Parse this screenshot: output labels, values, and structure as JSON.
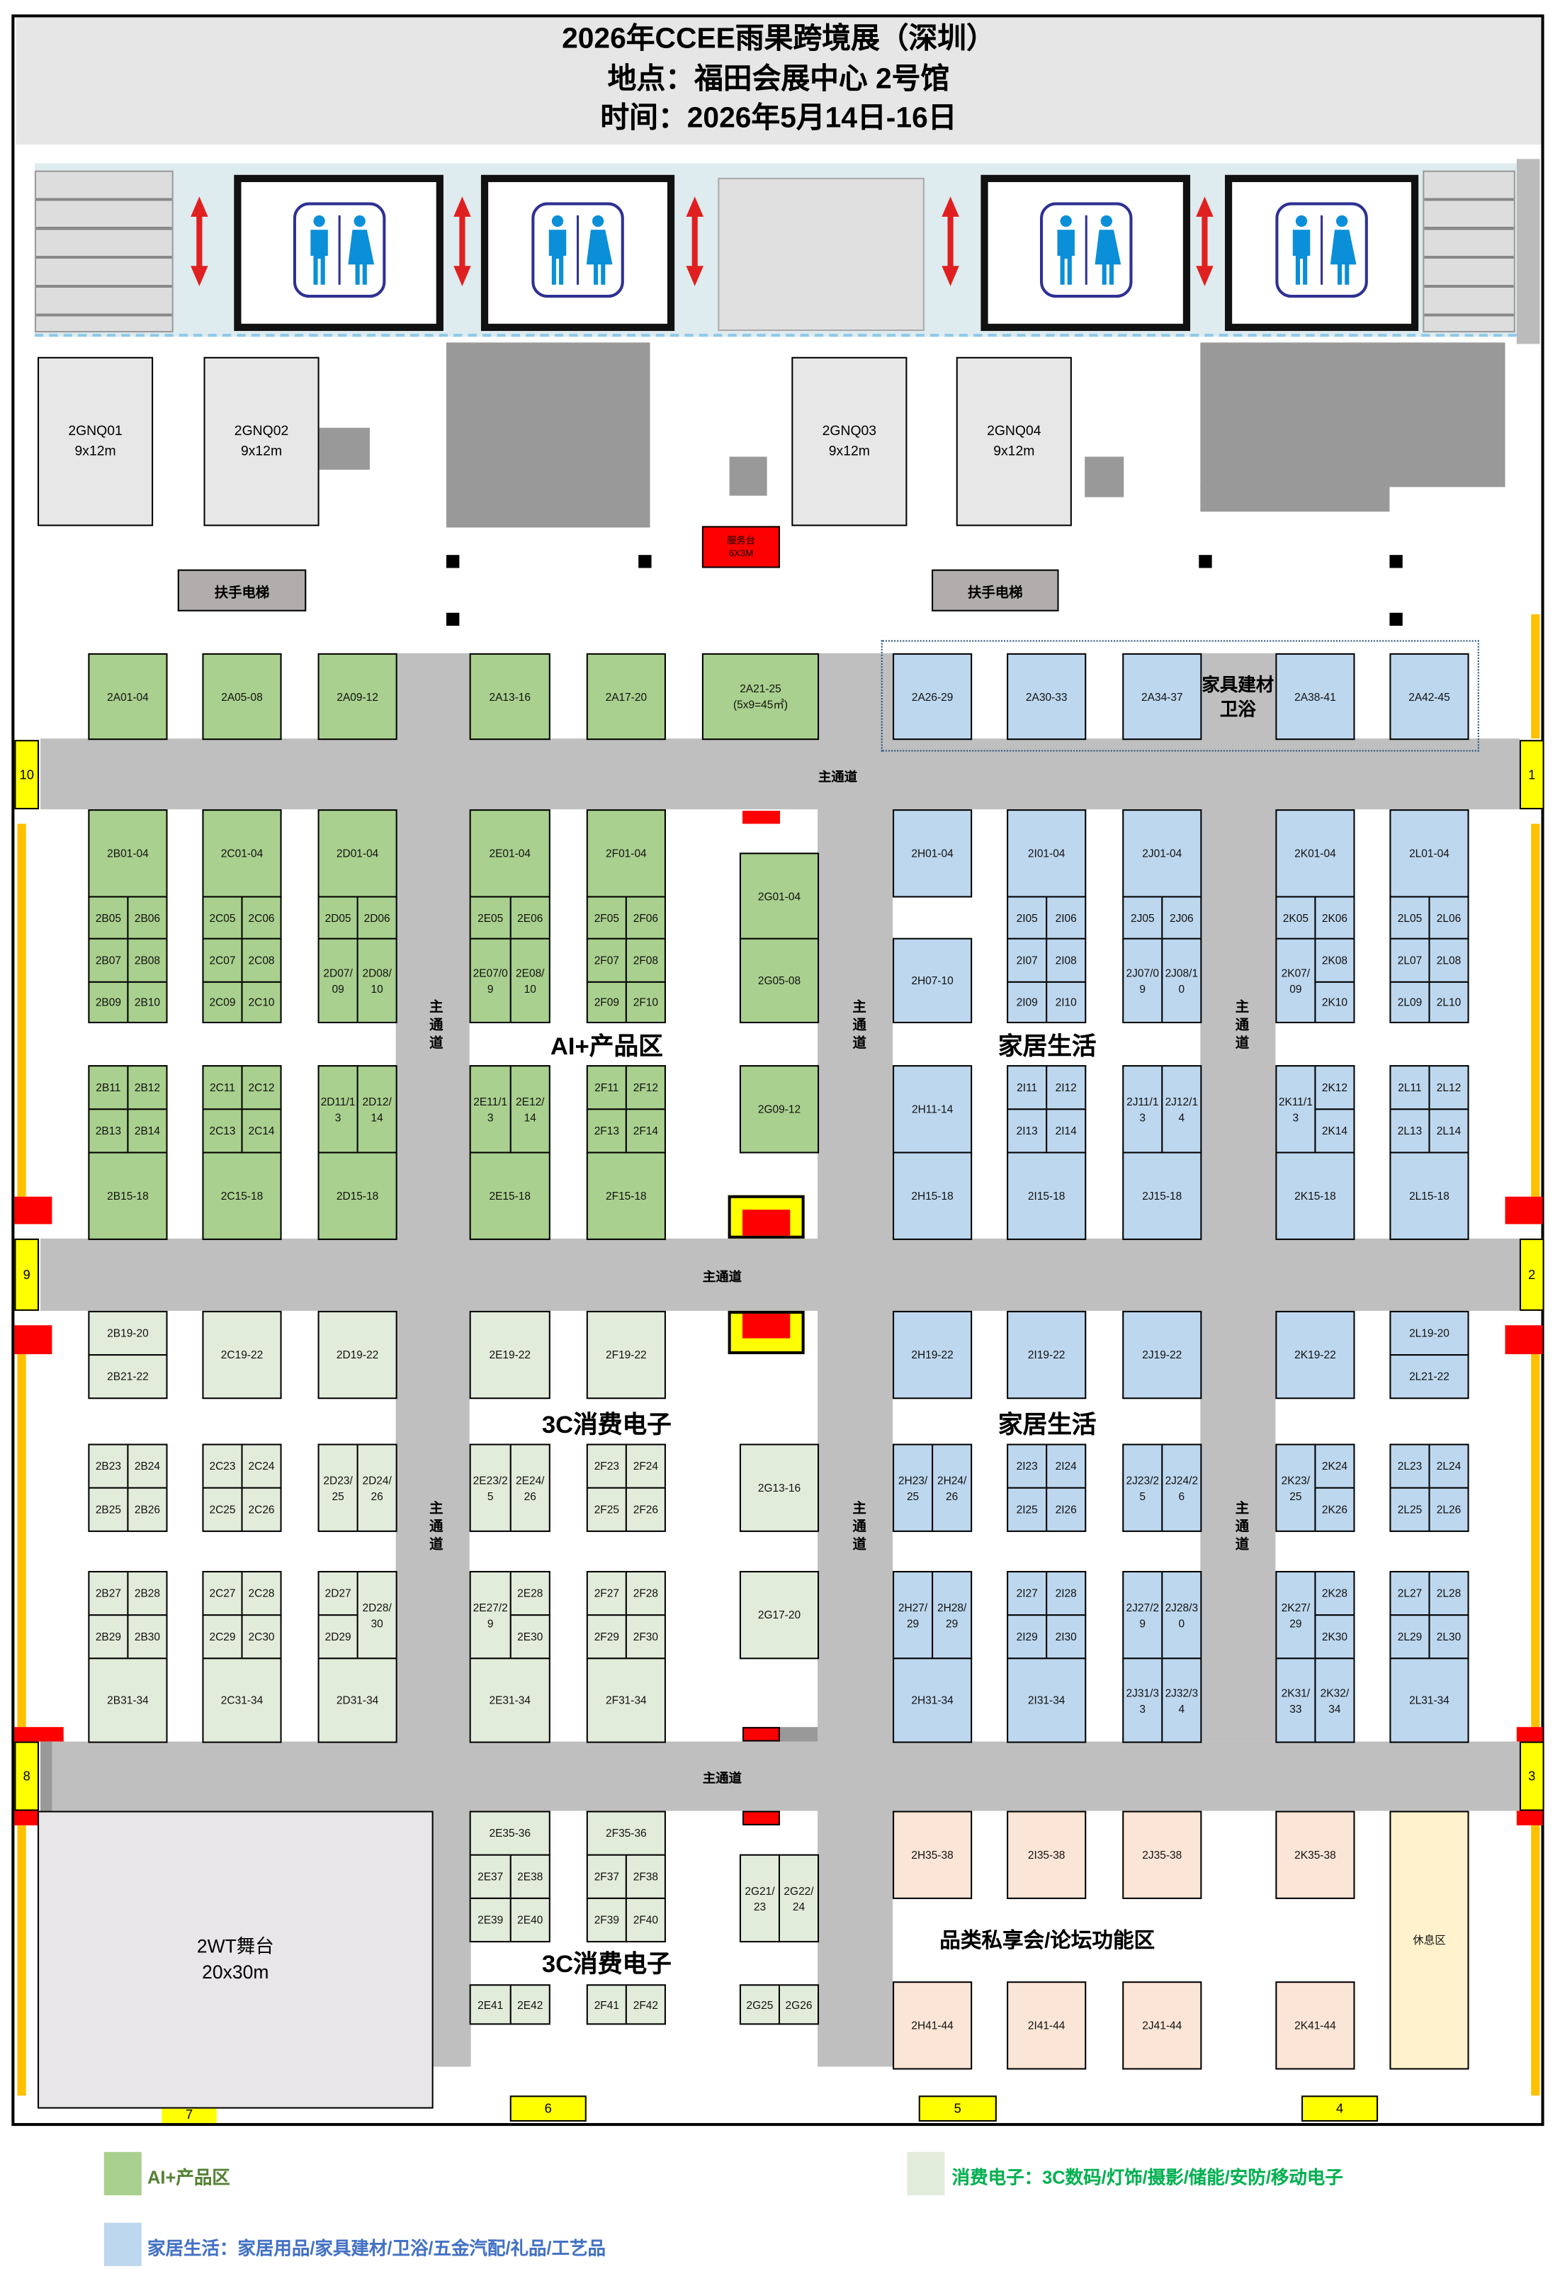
{
  "header": {
    "title": "2026年CCEE雨果跨境展（深圳）",
    "venue": "地点：福田会展中心 2号馆",
    "date": "时间：2026年5月14日-16日"
  },
  "colors": {
    "ai_zone": "#a9d08e",
    "consumer_electronics": "#e2ecda",
    "home_living": "#bdd7ee",
    "forum": "#fbe5d6",
    "rest": "#fff2cc",
    "aisle": "#bfbfbf",
    "service": "#ff0000",
    "door": "#ffff00"
  },
  "facilities": {
    "gnq": [
      "2GNQ01\n9x12m",
      "2GNQ02\n9x12m",
      "2GNQ03\n9x12m",
      "2GNQ04\n9x12m"
    ],
    "escalator": "扶手电梯",
    "service_desk": "服务台\n6X3M",
    "stage": "2WT舞台\n20x30m",
    "toilet_icon": "restroom-icon"
  },
  "aisles": {
    "main": "主通道",
    "vertical": "主通道"
  },
  "zones": {
    "ai": "AI+产品区",
    "home1": "家居生活",
    "home2": "家居生活",
    "ce1": "3C消费电子",
    "ce2": "3C消费电子",
    "forum": "品类私享会/论坛功能区",
    "furniture": "家具建材\n卫浴"
  },
  "doors": [
    "1",
    "2",
    "3",
    "4",
    "5",
    "6",
    "7",
    "8",
    "9",
    "10"
  ],
  "booths": [
    "2A01-04",
    "2A05-08",
    "2A09-12",
    "2A13-16",
    "2A17-20",
    "2A21-25\n(5x9=45㎡)",
    "2A26-29",
    "2A30-33",
    "2A34-37",
    "2A38-41",
    "2A42-45",
    "2B01-04",
    "2B05",
    "2B06",
    "2B07",
    "2B08",
    "2B09",
    "2B10",
    "2C01-04",
    "2C05",
    "2C06",
    "2C07",
    "2C08",
    "2C09",
    "2C10",
    "2D01-04",
    "2D05",
    "2D06",
    "2D07/09",
    "2D08/10",
    "2E01-04",
    "2E05",
    "2E06",
    "2E07/09",
    "2E08/10",
    "2F01-04",
    "2F05",
    "2F06",
    "2F07",
    "2F08",
    "2F09",
    "2F10",
    "2G01-04",
    "2G05-08",
    "2B11",
    "2B12",
    "2B13",
    "2B14",
    "2B15-18",
    "2C11",
    "2C12",
    "2C13",
    "2C14",
    "2C15-18",
    "2D11/13",
    "2D12/14",
    "2D15-18",
    "2E11/13",
    "2E12/14",
    "2E15-18",
    "2F11",
    "2F12",
    "2F13",
    "2F14",
    "2F15-18",
    "2G09-12",
    "2H01-04",
    "2H07-10",
    "2I01-04",
    "2I05",
    "2I06",
    "2I07",
    "2I08",
    "2I09",
    "2I10",
    "2J01-04",
    "2J05",
    "2J06",
    "2J07/09",
    "2J08/10",
    "2K01-04",
    "2K05",
    "2K06",
    "2K07/09",
    "2K08",
    "2K10",
    "2L01-04",
    "2L05",
    "2L06",
    "2L07",
    "2L08",
    "2L09",
    "2L10",
    "2H11-14",
    "2H15-18",
    "2I11",
    "2I12",
    "2I13",
    "2I14",
    "2I15-18",
    "2J11/13",
    "2J12/14",
    "2J15-18",
    "2K11/13",
    "2K12",
    "2K14",
    "2K15-18",
    "2L11",
    "2L12",
    "2L13",
    "2L14",
    "2L15-18",
    "2B19-20",
    "2B21-22",
    "2C19-22",
    "2D19-22",
    "2E19-22",
    "2F19-22",
    "2H19-22",
    "2I19-22",
    "2J19-22",
    "2K19-22",
    "2L19-20",
    "2L21-22",
    "2B23",
    "2B24",
    "2B25",
    "2B26",
    "2C23",
    "2C24",
    "2C25",
    "2C26",
    "2D23/25",
    "2D24/26",
    "2E23/25",
    "2E24/26",
    "2F23",
    "2F24",
    "2F25",
    "2F26",
    "2G13-16",
    "2H23/25",
    "2H24/26",
    "2I23",
    "2I24",
    "2I25",
    "2I26",
    "2J23/25",
    "2J24/26",
    "2K23/25",
    "2K24",
    "2K26",
    "2L23",
    "2L24",
    "2L25",
    "2L26",
    "2B27",
    "2B28",
    "2B29",
    "2B30",
    "2B31-34",
    "2C27",
    "2C28",
    "2C29",
    "2C30",
    "2C31-34",
    "2D27",
    "2D29",
    "2D28/30",
    "2D31-34",
    "2E27/29",
    "2E28",
    "2E30",
    "2E31-34",
    "2F27",
    "2F28",
    "2F29",
    "2F30",
    "2F31-34",
    "2G17-20",
    "2H27/29",
    "2H28/29",
    "2H31-34",
    "2I27",
    "2I28",
    "2I29",
    "2I30",
    "2I31-34",
    "2J27/29",
    "2J28/30",
    "2J31/33",
    "2J32/34",
    "2K27/29",
    "2K28",
    "2K30",
    "2K31/33",
    "2K32/34",
    "2L27",
    "2L28",
    "2L29",
    "2L30",
    "2L31-34",
    "2E35-36",
    "2E37",
    "2E38",
    "2E39",
    "2E40",
    "2E41",
    "2E42",
    "2F35-36",
    "2F37",
    "2F38",
    "2F39",
    "2F40",
    "2F41",
    "2F42",
    "2G21/23",
    "2G22/24",
    "2G25",
    "2G26",
    "2H35-38",
    "2I35-38",
    "2J35-38",
    "2K35-38",
    "2H41-44",
    "2I41-44",
    "2J41-44",
    "2K41-44",
    "休息区"
  ],
  "legend": [
    {
      "label": "AI+产品区",
      "color": "#a9d08e",
      "text_color": "#548235"
    },
    {
      "label": "消费电子：3C数码/灯饰/摄影/储能/安防/移动电子",
      "color": "#e2ecda",
      "text_color": "#00b050"
    },
    {
      "label": "家居生活：家居用品/家具建材/卫浴/五金汽配/礼品/工艺品",
      "color": "#bdd7ee",
      "text_color": "#4472c4"
    }
  ]
}
